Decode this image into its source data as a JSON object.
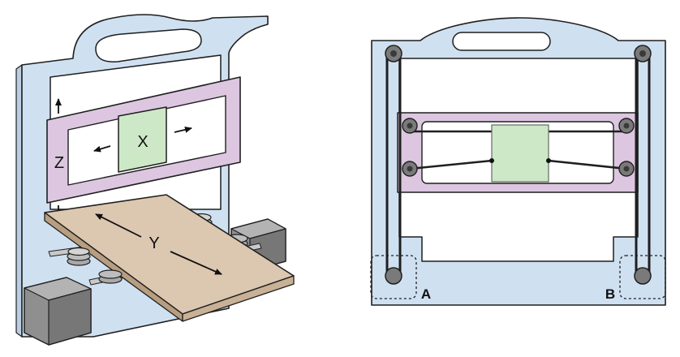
{
  "left_figure": {
    "axis_x": "X",
    "axis_y": "Y",
    "axis_z": "Z"
  },
  "right_figure": {
    "motor_a": "A",
    "motor_b": "B"
  },
  "colors": {
    "frame": "#cfe0f1",
    "gantry": "#dcc6e0",
    "carriage": "#cde8c6",
    "bed": "#dcc7b0",
    "motor": "#8f8f8f",
    "outline": "#1f1f1f"
  }
}
